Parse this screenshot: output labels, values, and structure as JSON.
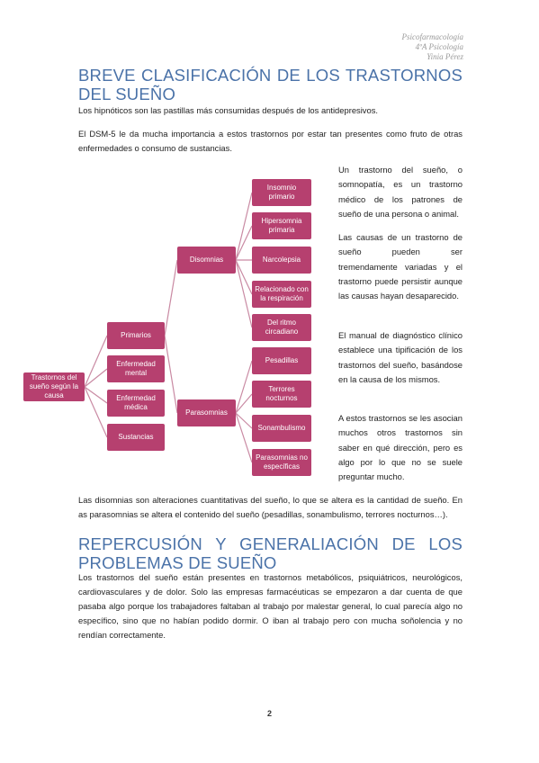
{
  "header": {
    "line1": "Psicofarmacología",
    "line2": "4ºA Psicología",
    "line3": "Yinia Pérez"
  },
  "section1": {
    "title": "BREVE CLASIFICACIÓN DE LOS TRASTORNOS DEL SUEÑO",
    "para1": "Los hipnóticos son las pastillas más consumidas después de los antidepresivos.",
    "para2": "El DSM-5 le da mucha importancia a estos trastornos por estar tan presentes como fruto de otras enfermedades o consumo de sustancias."
  },
  "diagram": {
    "root": "Trastornos del sueño según la causa",
    "level1": [
      "Primarios",
      "Enfermedad mental",
      "Enfermedad médica",
      "Sustancias"
    ],
    "level2": [
      "Disomnias",
      "Parasomnias"
    ],
    "disomnias": [
      "Insomnio primario",
      "Hipersomnia primaria",
      "Narcolepsia",
      "Relacionado con la respiración",
      "Del ritmo circadiano"
    ],
    "parasomnias": [
      "Pesadillas",
      "Terrores nocturnos",
      "Sonambulismo",
      "Parasomnias no específicas"
    ]
  },
  "side": {
    "p1": "Un trastorno del sueño, o somnopatía, es un trastorno médico de los patrones de sueño de una persona o animal.",
    "p2": "Las causas de un trastorno de sueño pueden ser tremendamente variadas y el trastorno puede persistir aunque las causas hayan desaparecido.",
    "p3": "El manual de diagnóstico clínico establece una tipificación de los trastornos del sueño, basándose en la causa de los mismos.",
    "p4": "A estos trastornos se les asocian muchos otros trastornos sin saber en qué dirección, pero es algo por lo que no se suele preguntar mucho."
  },
  "para3": "Las disomnias son alteraciones cuantitativas del sueño, lo que se altera es la cantidad de sueño. En as parasomnias se altera el contenido del sueño (pesadillas, sonambulismo, terrores nocturnos…).",
  "section2": {
    "title": "REPERCUSIÓN Y GENERALIACIÓN DE LOS PROBLEMAS DE SUEÑO",
    "para": "Los trastornos del sueño están presentes en trastornos metabólicos, psiquiátricos, neurológicos, cardiovasculares y de dolor. Solo las empresas farmacéuticas se empezaron a dar cuenta de que pasaba algo porque los trabajadores faltaban al trabajo por malestar general, lo cual parecía algo no específico, sino que no habían podido dormir. O iban al trabajo pero con mucha soñolencia y no rendían correctamente."
  },
  "page_number": "2"
}
